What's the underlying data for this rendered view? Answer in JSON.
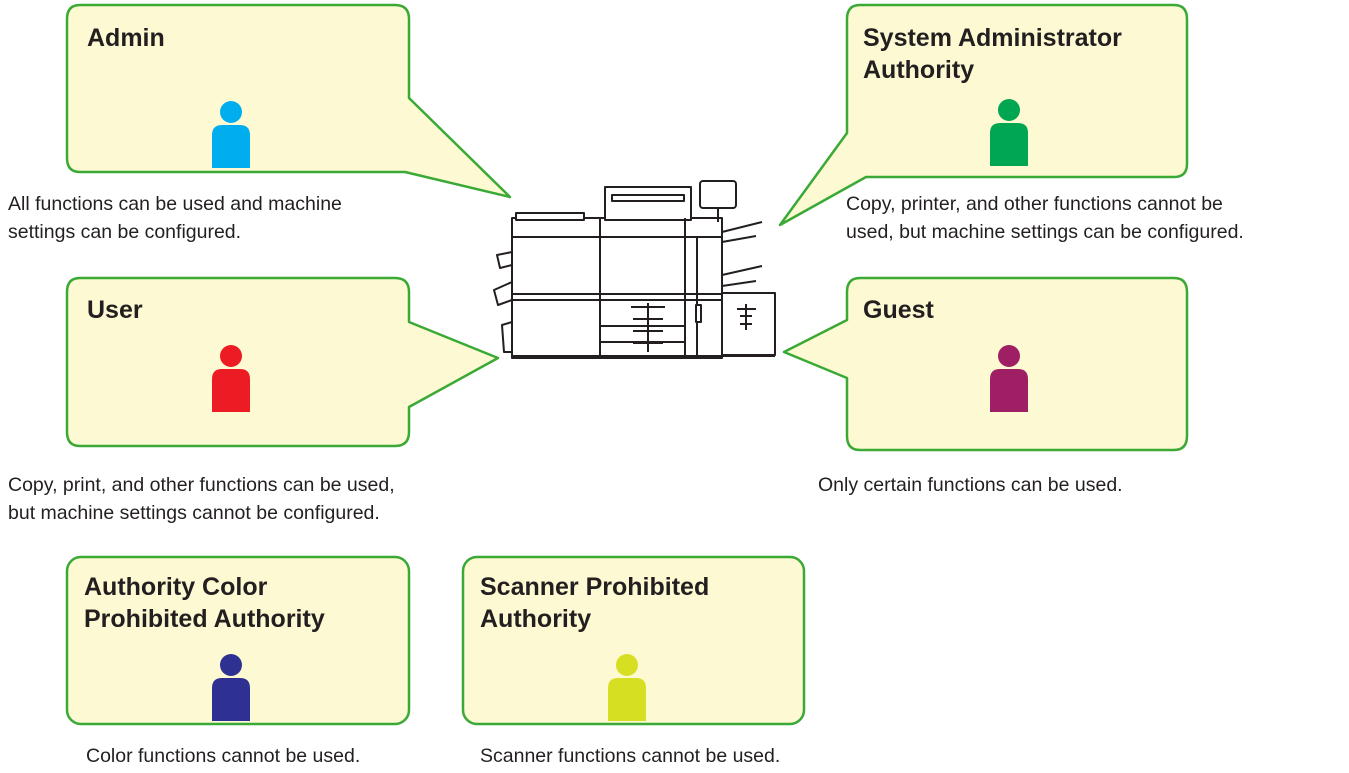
{
  "colors": {
    "box_fill": "#fdf9d2",
    "box_border": "#3aa935",
    "admin_person": "#00aeef",
    "sysadmin_person": "#00a651",
    "user_person": "#ed1c24",
    "guest_person": "#9e1f63",
    "color_prohibited_person": "#2e3192",
    "scanner_prohibited_person": "#d7df23"
  },
  "center": {
    "icon": "multifunction-printer-icon"
  },
  "roles": [
    {
      "id": "admin",
      "title": "Admin",
      "icon": "person-icon",
      "description": "All functions can be used and machine\nsettings can be configured."
    },
    {
      "id": "sysadmin",
      "title": "System Administrator\nAuthority",
      "icon": "person-icon",
      "description": "Copy, printer, and other functions cannot be\nused, but machine settings can be configured."
    },
    {
      "id": "user",
      "title": "User",
      "icon": "person-icon",
      "description": "Copy, print, and other functions can be used,\nbut machine settings cannot be configured."
    },
    {
      "id": "guest",
      "title": "Guest",
      "icon": "person-icon",
      "description": "Only certain functions can be used."
    },
    {
      "id": "color_prohibited",
      "title": "Authority Color\nProhibited Authority",
      "icon": "person-icon",
      "description": "Color functions cannot be used."
    },
    {
      "id": "scanner_prohibited",
      "title": "Scanner Prohibited\nAuthority",
      "icon": "person-icon",
      "description": "Scanner functions cannot be used."
    }
  ]
}
